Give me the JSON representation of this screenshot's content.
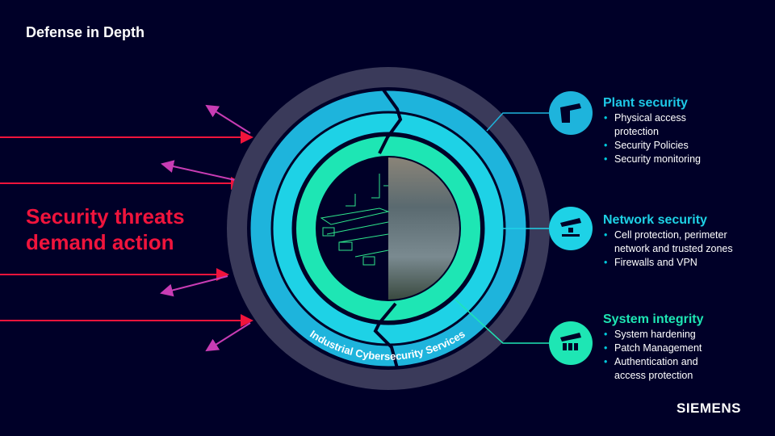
{
  "title": "Defense in Depth",
  "threat_text": [
    "Security threats",
    "demand action"
  ],
  "ring_label": "Industrial Cybersecurity Services",
  "sections": [
    {
      "title": "Plant security",
      "color": "#1ec8e6",
      "icon": "plant-icon",
      "items": [
        "Physical access protection",
        "Security Policies",
        "Security monitoring"
      ]
    },
    {
      "title": "Network security",
      "color": "#1ed2e6",
      "icon": "network-icon",
      "items": [
        "Cell protection, perimeter network and trusted zones",
        "Firewalls and VPN"
      ]
    },
    {
      "title": "System integrity",
      "color": "#1ee6b4",
      "icon": "system-icon",
      "items": [
        "System hardening",
        "Patch Management",
        "Authentication and access protection"
      ]
    }
  ],
  "logo": "SIEMENS",
  "colors": {
    "background": "#000028",
    "threat": "#f0143c",
    "arrow_out": "#c83cb4",
    "ring_outer": "#1eb4dc",
    "ring_mid": "#1ed2e6",
    "ring_inner": "#1ee6b4",
    "frame": "#3a3a5a"
  }
}
